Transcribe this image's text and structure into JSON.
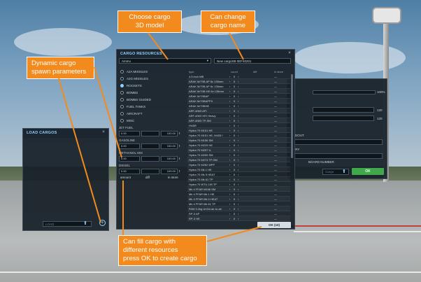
{
  "callouts": {
    "choose_model": [
      "Choose cargo",
      "3D model"
    ],
    "change_name": [
      "Can change",
      "cargo name"
    ],
    "spawn_params": [
      "Dynamic cargo",
      "spawn parameters"
    ],
    "fill_cargo": [
      "Can fill cargo with",
      "different resources",
      "press OK to create cargo"
    ]
  },
  "cargo_resources": {
    "title": "CARGO RESOURCES",
    "model_select": "Ammo",
    "cargo_name": "New cargoSB 0EF40201",
    "categories": [
      {
        "label": "A2A MISSILES",
        "selected": false
      },
      {
        "label": "A2G MISSILES",
        "selected": false
      },
      {
        "label": "ROCKETS",
        "selected": true
      },
      {
        "label": "BOMBS",
        "selected": false
      },
      {
        "label": "BOMBS GUIDED",
        "selected": false
      },
      {
        "label": "FUEL TANKS",
        "selected": false
      },
      {
        "label": "AIRCRAFT",
        "selected": false
      },
      {
        "label": "MISC",
        "selected": false
      }
    ],
    "resources": [
      {
        "label": "JET FUEL",
        "value": "0.00",
        "max": "100.00",
        "unit": "t"
      },
      {
        "label": "GASOLINE",
        "value": "0.00",
        "max": "100.00",
        "unit": "t"
      },
      {
        "label": "METHANOL MIX",
        "value": "0.00",
        "max": "100.00",
        "unit": "t"
      },
      {
        "label": "DIESEL",
        "value": "0.00",
        "max": "100.00",
        "unit": "t"
      }
    ],
    "summary": {
      "amount": "amount",
      "diff": "diff",
      "in_store": "in store"
    },
    "columns": {
      "type": "type",
      "count": "count",
      "diff": "diff",
      "in_store": "in store"
    },
    "rows": [
      {
        "type": "4.5 inch MB",
        "count": "0",
        "diff": "—"
      },
      {
        "type": "ARAK M/70B AP 6x 135mm",
        "count": "0",
        "diff": "—"
      },
      {
        "type": "ARAK M/70B AP 6x 135mm",
        "count": "0",
        "diff": "—"
      },
      {
        "type": "ARAK M/70B HE 6x 135mm",
        "count": "0",
        "diff": "—"
      },
      {
        "type": "ARAK M/70BAP",
        "count": "0",
        "diff": "—"
      },
      {
        "type": "ARAK M/70BAPPX",
        "count": "0",
        "diff": "—"
      },
      {
        "type": "ARAK M/70BHE",
        "count": "0",
        "diff": "—"
      },
      {
        "type": "ARF-8/M3 API",
        "count": "0",
        "diff": "—"
      },
      {
        "type": "ARF-8/M3 HEI Heavy",
        "count": "0",
        "diff": "—"
      },
      {
        "type": "ARF-8/M3 TP-SM",
        "count": "0",
        "diff": "—"
      },
      {
        "type": "HVAR",
        "count": "0",
        "diff": "—"
      },
      {
        "type": "Hydra 70 M151 HE",
        "count": "0",
        "diff": "—"
      },
      {
        "type": "Hydra 70 M151 HE, M433 I",
        "count": "0",
        "diff": "—"
      },
      {
        "type": "Hydra 70 M156 SM",
        "count": "0",
        "diff": "—"
      },
      {
        "type": "Hydra 70 M229 HE",
        "count": "0",
        "diff": "—"
      },
      {
        "type": "Hydra 70 M257 IL",
        "count": "0",
        "diff": "—"
      },
      {
        "type": "Hydra 70 M259 SM",
        "count": "0",
        "diff": "—"
      },
      {
        "type": "Hydra 70 M274 TP-SM",
        "count": "0",
        "diff": "—"
      },
      {
        "type": "Hydra 70 M282 MPP",
        "count": "0",
        "diff": "—"
      },
      {
        "type": "Hydra 70 Mk 1 HE",
        "count": "0",
        "diff": "—"
      },
      {
        "type": "Hydra 70 Mk 5 HEAT",
        "count": "0",
        "diff": "—"
      },
      {
        "type": "Hydra 70 Mk 61 TP",
        "count": "0",
        "diff": "—"
      },
      {
        "type": "Hydra 70 WTU-1/B TP",
        "count": "0",
        "diff": "—"
      },
      {
        "type": "Mk 4 FFAR M156 SM",
        "count": "0",
        "diff": "—"
      },
      {
        "type": "Mk 4 FFAR Mk 1 HE",
        "count": "0",
        "diff": "—"
      },
      {
        "type": "Mk 4 FFAR Mk 5 HEAT",
        "count": "0",
        "diff": "—"
      },
      {
        "type": "Mk 4 FFAR Mk 61 TP",
        "count": "0",
        "diff": "—"
      },
      {
        "type": "R4M 3.2kg UnGd air-to-air",
        "count": "0",
        "diff": "—"
      },
      {
        "type": "RP-3 AP",
        "count": "0",
        "diff": "—"
      },
      {
        "type": "RP-3 HE",
        "count": "0",
        "diff": "—"
      }
    ],
    "ok_button": "OK (10)"
  },
  "load_cargos": {
    "title": "LOAD CARGOS",
    "load_field": "LOAD"
  },
  "right_panel": {
    "percent": "100%",
    "value_a": "120",
    "value_b": "120",
    "label_loadout": "ADOUT",
    "label_rry": "RRY",
    "label_board": "BOARD NUMBER",
    "cargo_field": "Cargo",
    "ok_button": "OK"
  }
}
